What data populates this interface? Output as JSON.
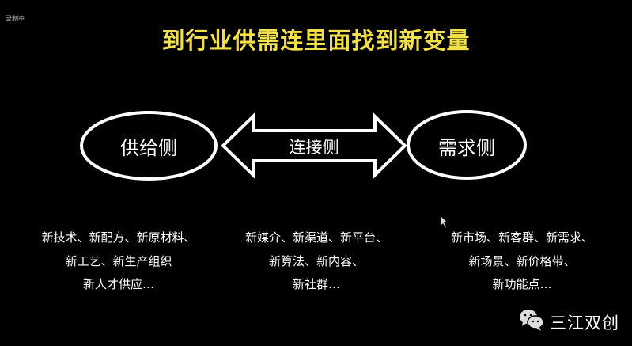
{
  "recording_label": "录制中",
  "title": "到行业供需连里面找到新变量",
  "supply": {
    "label": "供给侧",
    "lines": [
      "新技术、新配方、新原材料、",
      "新工艺、新生产组织",
      "新人才供应…"
    ]
  },
  "connect": {
    "label": "连接侧",
    "lines": [
      "新媒介、新渠道、新平台、",
      "新算法、新内容、",
      "新社群…"
    ]
  },
  "demand": {
    "label": "需求侧",
    "lines": [
      "新市场、新客群、新需求、",
      "新场景、新价格带、",
      "新功能点…"
    ]
  },
  "watermark": "三江双创",
  "colors": {
    "title": "#f2e04a",
    "background": "#000000"
  }
}
